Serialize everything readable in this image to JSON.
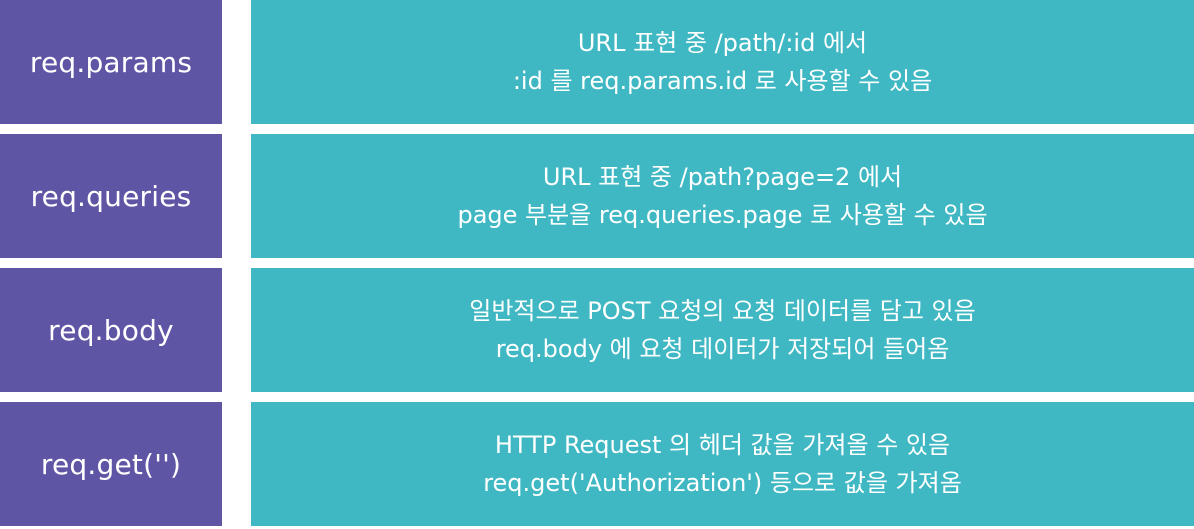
{
  "colors": {
    "left_cell": "#5f55a5",
    "right_cell": "#3fb8c3",
    "text": "#ffffff"
  },
  "rows": [
    {
      "label": "req.params",
      "line1": "URL 표현 중 /path/:id 에서",
      "line2": ":id 를 req.params.id 로 사용할 수 있음"
    },
    {
      "label": "req.queries",
      "line1": "URL 표현 중 /path?page=2 에서",
      "line2": "page 부분을 req.queries.page 로 사용할 수 있음"
    },
    {
      "label": "req.body",
      "line1": "일반적으로 POST 요청의 요청 데이터를 담고 있음",
      "line2": "req.body 에 요청 데이터가 저장되어 들어옴"
    },
    {
      "label": "req.get('')",
      "line1": "HTTP Request 의 헤더 값을 가져올 수 있음",
      "line2": "req.get('Authorization') 등으로 값을 가져옴"
    }
  ]
}
